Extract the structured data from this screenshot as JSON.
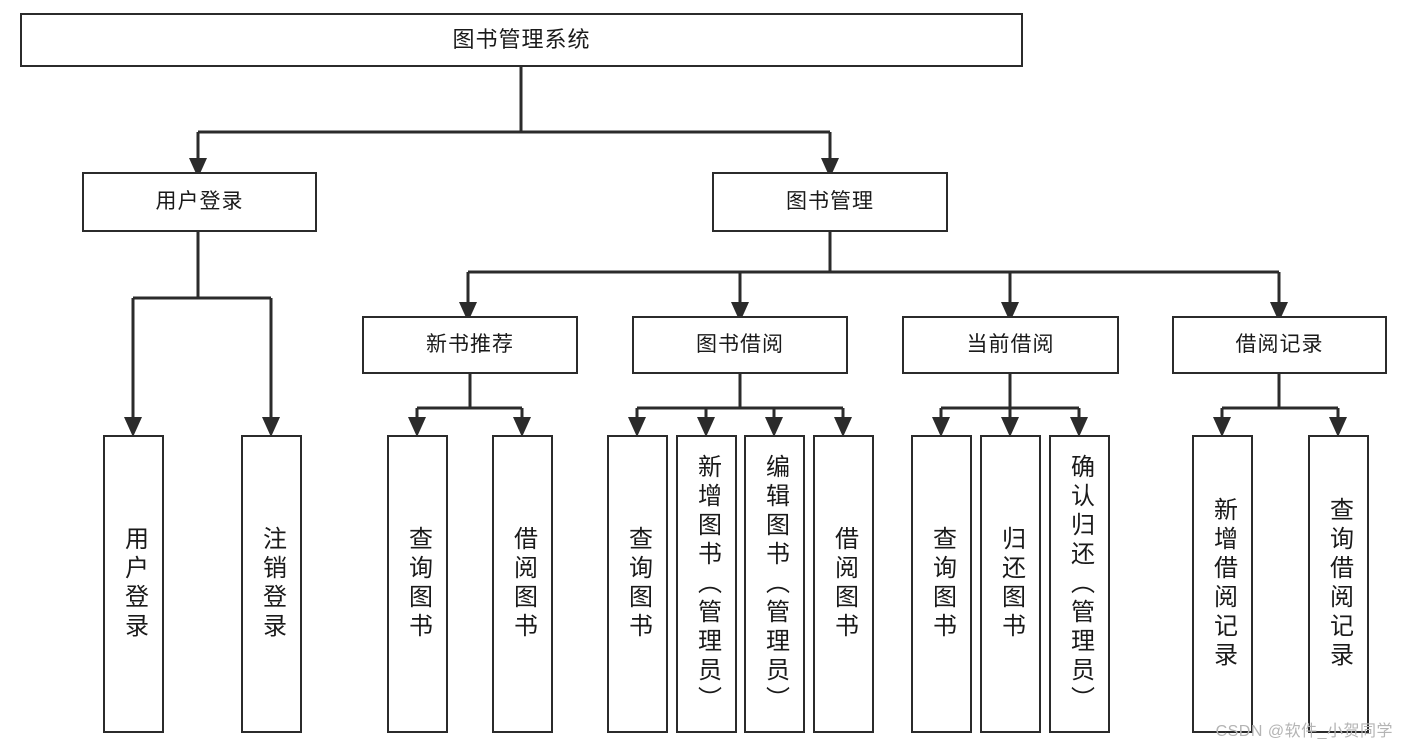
{
  "diagram": {
    "title": "图书管理系统",
    "type": "tree",
    "colors": {
      "box_border": "#2b2b2b",
      "box_fill": "#ffffff",
      "connector": "#2b2b2b",
      "text": "#1a1a1a",
      "watermark": "#b4b4b4",
      "background": "#ffffff"
    },
    "root": {
      "id": "root",
      "label": "图书管理系统"
    },
    "level2": [
      {
        "id": "user-login",
        "label": "用户登录"
      },
      {
        "id": "book-manage",
        "label": "图书管理"
      }
    ],
    "level3": [
      {
        "id": "new-book-rec",
        "label": "新书推荐"
      },
      {
        "id": "book-borrow",
        "label": "图书借阅"
      },
      {
        "id": "current-borrow",
        "label": "当前借阅"
      },
      {
        "id": "borrow-record",
        "label": "借阅记录"
      }
    ],
    "leaves": {
      "user_login": [
        {
          "id": "leaf-user-login",
          "label": "用户登录"
        },
        {
          "id": "leaf-logout-login",
          "label": "注销登录"
        }
      ],
      "new_book_rec": [
        {
          "id": "leaf-query-book-1",
          "label": "查询图书"
        },
        {
          "id": "leaf-borrow-book-1",
          "label": "借阅图书"
        }
      ],
      "book_borrow": [
        {
          "id": "leaf-query-book-2",
          "label": "查询图书"
        },
        {
          "id": "leaf-add-book",
          "label": "新增图书（管理员）"
        },
        {
          "id": "leaf-edit-book",
          "label": "编辑图书（管理员）"
        },
        {
          "id": "leaf-borrow-book-2",
          "label": "借阅图书"
        }
      ],
      "current_borrow": [
        {
          "id": "leaf-query-book-3",
          "label": "查询图书"
        },
        {
          "id": "leaf-return-book",
          "label": "归还图书"
        },
        {
          "id": "leaf-confirm-return",
          "label": "确认归还（管理员）"
        }
      ],
      "borrow_record": [
        {
          "id": "leaf-add-record",
          "label": "新增借阅记录"
        },
        {
          "id": "leaf-query-record",
          "label": "查询借阅记录"
        }
      ]
    }
  },
  "watermark": {
    "text": "CSDN @软件_小贺同学"
  }
}
